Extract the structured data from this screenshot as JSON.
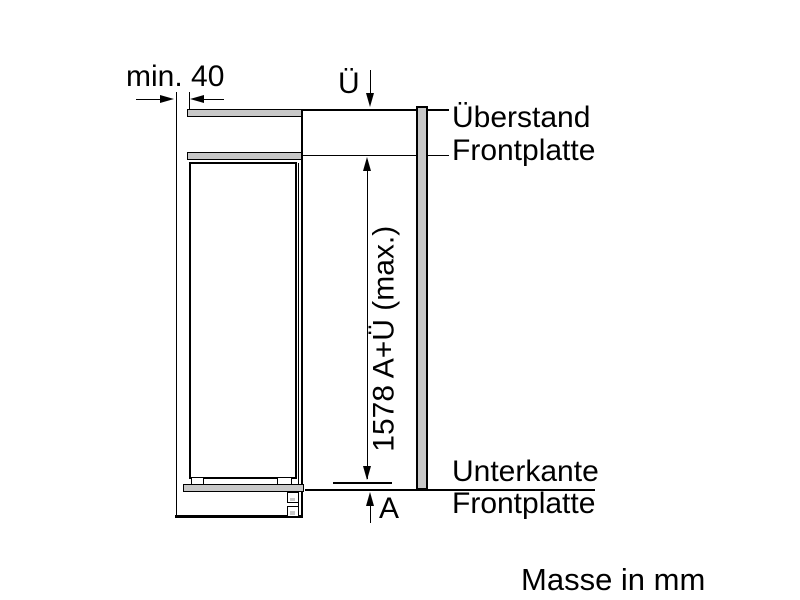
{
  "diagram": {
    "type": "appliance-installation-dimension-drawing",
    "labels": {
      "min_gap": "min. 40",
      "overhang_symbol": "Ü",
      "height_dimension": "1578 A+Ü (max.)",
      "overhang": {
        "line1": "Überstand",
        "line2": "Frontplatte"
      },
      "bottom_edge": {
        "line1": "Unterkante",
        "line2": "Frontplatte"
      },
      "clearance_symbol": "A",
      "units_note": "Masse in mm"
    },
    "colors": {
      "line": "#000000",
      "panel_fill": "#c8c8c8",
      "background": "#ffffff"
    }
  }
}
